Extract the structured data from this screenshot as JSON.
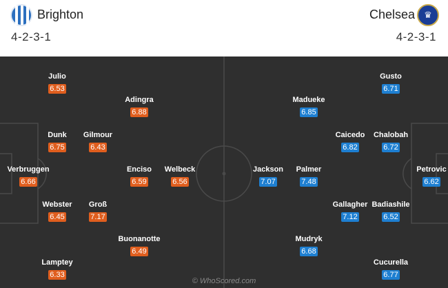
{
  "home": {
    "name": "Brighton",
    "formation": "4-2-3-1",
    "colors": {
      "rating_bg": "#e05e1e",
      "badge": "#2b6fbf"
    },
    "players": [
      {
        "name": "Julio",
        "rating": "6.53"
      },
      {
        "name": "Adingra",
        "rating": "6.88"
      },
      {
        "name": "Dunk",
        "rating": "6.75"
      },
      {
        "name": "Gilmour",
        "rating": "6.43"
      },
      {
        "name": "Verbruggen",
        "rating": "6.66"
      },
      {
        "name": "Enciso",
        "rating": "6.59"
      },
      {
        "name": "Welbeck",
        "rating": "6.56"
      },
      {
        "name": "Webster",
        "rating": "6.45"
      },
      {
        "name": "Groß",
        "rating": "7.17"
      },
      {
        "name": "Buonanotte",
        "rating": "6.49"
      },
      {
        "name": "Lamptey",
        "rating": "6.33"
      }
    ]
  },
  "away": {
    "name": "Chelsea",
    "formation": "4-2-3-1",
    "colors": {
      "rating_bg": "#1e7fd1",
      "badge": "#1a3d95"
    },
    "players": [
      {
        "name": "Gusto",
        "rating": "6.71"
      },
      {
        "name": "Madueke",
        "rating": "6.85"
      },
      {
        "name": "Caicedo",
        "rating": "6.82"
      },
      {
        "name": "Chalobah",
        "rating": "6.72"
      },
      {
        "name": "Jackson",
        "rating": "7.07"
      },
      {
        "name": "Palmer",
        "rating": "7.48"
      },
      {
        "name": "Petrovic",
        "rating": "6.62"
      },
      {
        "name": "Gallagher",
        "rating": "7.12"
      },
      {
        "name": "Badiashile",
        "rating": "6.52"
      },
      {
        "name": "Mudryk",
        "rating": "6.68"
      },
      {
        "name": "Cucurella",
        "rating": "6.77"
      }
    ]
  },
  "watermark": "© WhoScored.com"
}
